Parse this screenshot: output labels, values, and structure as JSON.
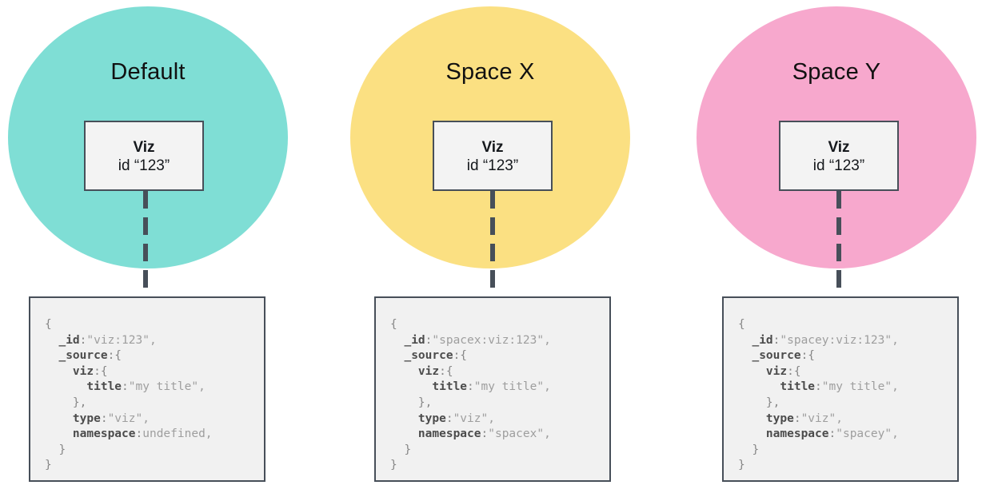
{
  "colors": {
    "line": "#474f59",
    "code_box_bg": "#f1f1f1",
    "viz_box_bg": "#f3f3f3",
    "code_key": "#4c4c4c",
    "code_val": "#9e9e9e",
    "code_pun": "#878787",
    "default_circle": "#7fded5",
    "spacex_circle": "#fbe082",
    "spacey_circle": "#f7a8cd"
  },
  "spaces": [
    {
      "name": "Default",
      "circle_color": "#7fded5",
      "viz_box": {
        "title": "Viz",
        "id": "id “123”"
      },
      "code_lines": [
        [
          {
            "c": "pun",
            "t": "{"
          }
        ],
        [
          {
            "c": "key",
            "t": "  _id"
          },
          {
            "c": "pun",
            "t": ":"
          },
          {
            "c": "val",
            "t": "\"viz:123\","
          }
        ],
        [
          {
            "c": "key",
            "t": "  _source"
          },
          {
            "c": "pun",
            "t": ":{"
          }
        ],
        [
          {
            "c": "key",
            "t": "    viz"
          },
          {
            "c": "pun",
            "t": ":{"
          }
        ],
        [
          {
            "c": "key",
            "t": "      title"
          },
          {
            "c": "pun",
            "t": ":"
          },
          {
            "c": "val",
            "t": "\"my title\","
          }
        ],
        [
          {
            "c": "pun",
            "t": "    },"
          }
        ],
        [
          {
            "c": "key",
            "t": "    type"
          },
          {
            "c": "pun",
            "t": ":"
          },
          {
            "c": "val",
            "t": "\"viz\","
          }
        ],
        [
          {
            "c": "key",
            "t": "    namespace"
          },
          {
            "c": "pun",
            "t": ":"
          },
          {
            "c": "val",
            "t": "undefined,"
          }
        ],
        [
          {
            "c": "pun",
            "t": "  }"
          }
        ],
        [
          {
            "c": "pun",
            "t": "}"
          }
        ]
      ]
    },
    {
      "name": "Space X",
      "circle_color": "#fbe082",
      "viz_box": {
        "title": "Viz",
        "id": "id “123”"
      },
      "code_lines": [
        [
          {
            "c": "pun",
            "t": "{"
          }
        ],
        [
          {
            "c": "key",
            "t": "  _id"
          },
          {
            "c": "pun",
            "t": ":"
          },
          {
            "c": "val",
            "t": "\"spacex:viz:123\","
          }
        ],
        [
          {
            "c": "key",
            "t": "  _source"
          },
          {
            "c": "pun",
            "t": ":{"
          }
        ],
        [
          {
            "c": "key",
            "t": "    viz"
          },
          {
            "c": "pun",
            "t": ":{"
          }
        ],
        [
          {
            "c": "key",
            "t": "      title"
          },
          {
            "c": "pun",
            "t": ":"
          },
          {
            "c": "val",
            "t": "\"my title\","
          }
        ],
        [
          {
            "c": "pun",
            "t": "    },"
          }
        ],
        [
          {
            "c": "key",
            "t": "    type"
          },
          {
            "c": "pun",
            "t": ":"
          },
          {
            "c": "val",
            "t": "\"viz\","
          }
        ],
        [
          {
            "c": "key",
            "t": "    namespace"
          },
          {
            "c": "pun",
            "t": ":"
          },
          {
            "c": "val",
            "t": "\"spacex\","
          }
        ],
        [
          {
            "c": "pun",
            "t": "  }"
          }
        ],
        [
          {
            "c": "pun",
            "t": "}"
          }
        ]
      ]
    },
    {
      "name": "Space Y",
      "circle_color": "#f7a8cd",
      "viz_box": {
        "title": "Viz",
        "id": "id “123”"
      },
      "code_lines": [
        [
          {
            "c": "pun",
            "t": "{"
          }
        ],
        [
          {
            "c": "key",
            "t": "  _id"
          },
          {
            "c": "pun",
            "t": ":"
          },
          {
            "c": "val",
            "t": "\"spacey:viz:123\","
          }
        ],
        [
          {
            "c": "key",
            "t": "  _source"
          },
          {
            "c": "pun",
            "t": ":{"
          }
        ],
        [
          {
            "c": "key",
            "t": "    viz"
          },
          {
            "c": "pun",
            "t": ":{"
          }
        ],
        [
          {
            "c": "key",
            "t": "      title"
          },
          {
            "c": "pun",
            "t": ":"
          },
          {
            "c": "val",
            "t": "\"my title\","
          }
        ],
        [
          {
            "c": "pun",
            "t": "    },"
          }
        ],
        [
          {
            "c": "key",
            "t": "    type"
          },
          {
            "c": "pun",
            "t": ":"
          },
          {
            "c": "val",
            "t": "\"viz\","
          }
        ],
        [
          {
            "c": "key",
            "t": "    namespace"
          },
          {
            "c": "pun",
            "t": ":"
          },
          {
            "c": "val",
            "t": "\"spacey\","
          }
        ],
        [
          {
            "c": "pun",
            "t": "  }"
          }
        ],
        [
          {
            "c": "pun",
            "t": "}"
          }
        ]
      ]
    }
  ]
}
